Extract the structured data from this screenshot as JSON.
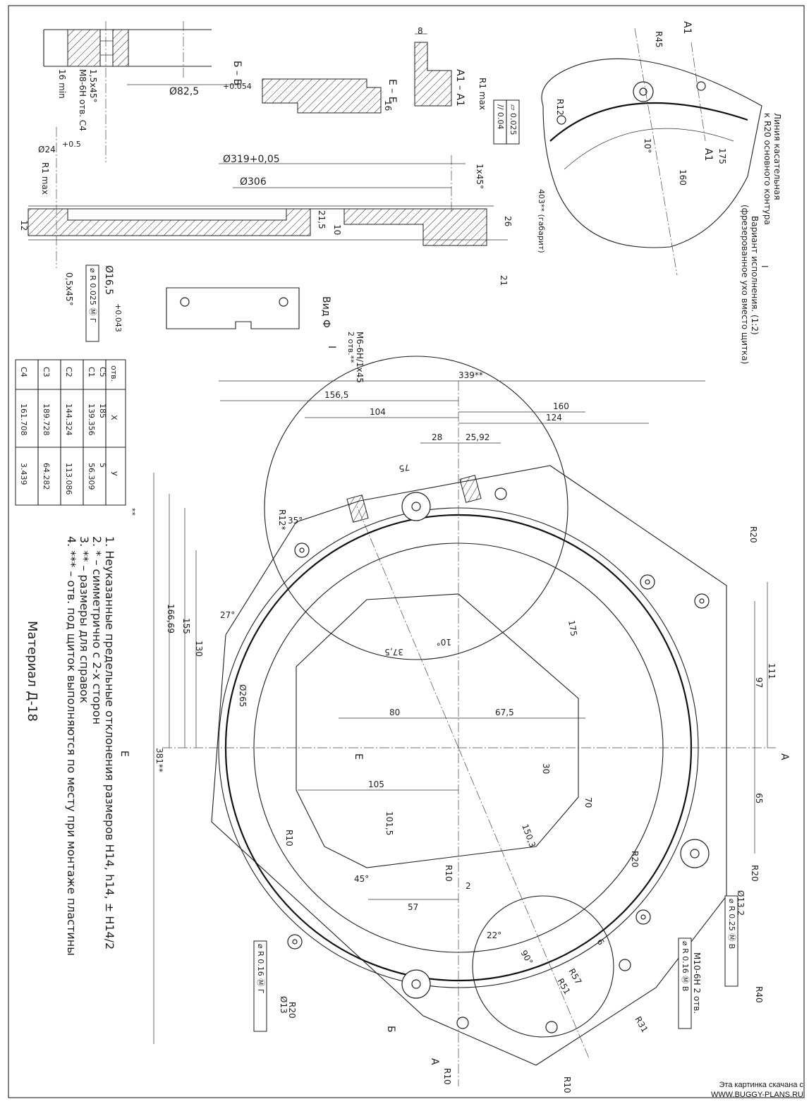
{
  "notes": [
    "1. Неуказанные предельные отклонения размеров Н14, h14, ± Н14/2",
    "2. * – симметрично с 2-х сторон",
    "3. ** – размеры для справок",
    "4. *** – отв. под щиток выполняются по месту при монтаже пластины"
  ],
  "material": "Материал Д-18",
  "table": {
    "headers": [
      "отв.",
      "X",
      "У"
    ],
    "rows": [
      [
        "С1",
        "139.356",
        "56.309"
      ],
      [
        "С2",
        "144.324",
        "113.086"
      ],
      [
        "С3",
        "189.728",
        "64.282"
      ],
      [
        "С4",
        "161.708",
        "3.439"
      ],
      [
        "С5",
        "185",
        "5"
      ]
    ],
    "footnote": "**"
  },
  "detail": {
    "title": "I",
    "variant": "Вариант исполнения. (1:2)",
    "variant_sub": "(фрезерованное ухо вместо щитка)",
    "tangent": "Линия касательная",
    "tangent_sub": "к R20 основного контура",
    "width_ref": "403** (габарит)"
  },
  "views": {
    "bb": "Б – Б",
    "ee": "Е – Е",
    "a1": "А1 – А1",
    "vid": "Вид Ф",
    "sec_a": "А",
    "sec_b": "Б",
    "sec_e": "Е",
    "callout": "I",
    "a1_mark": "А1"
  },
  "dims": {
    "d319": "Ø319+0,05",
    "d306": "Ø306",
    "d82": "Ø82,5",
    "d82_tol": "+0.054",
    "d24": "Ø24",
    "d24_tol": "+0.5",
    "d16_5": "Ø16,5",
    "d16_tol": "+0.043",
    "d265": "Ø265",
    "d13": "Ø13",
    "d13_2": "Ø13,2",
    "r1max": "R1 max",
    "r1max2": "R1 max",
    "min16": "16 min",
    "m8": "М8-6Н отв. С4",
    "ch1": "1,5х45°",
    "ch2": "1х45°",
    "ch3": "0,5х45°",
    "d21_5": "21,5",
    "d10": "10",
    "d26": "26",
    "d21": "21",
    "d12": "12",
    "d16": "16",
    "d8": "8",
    "d339": "339**",
    "d381": "381**",
    "d156_5": "156,5",
    "d104": "104",
    "d160": "160",
    "d124": "124",
    "d28": "28",
    "d25_92": "25,92",
    "d75": "75",
    "d166_69": "166,69",
    "d155": "155",
    "d130": "130",
    "d80": "80",
    "d67_5": "67,5",
    "d105": "105",
    "d101_5": "101,5",
    "d57": "57",
    "d30": "30",
    "d70": "70",
    "d150_3": "150,3",
    "d175": "175",
    "d37_5": "37,5",
    "d111": "111",
    "d97": "97",
    "d65": "65",
    "d2": "2",
    "d6": "6",
    "a35": "35°",
    "a27": "27°",
    "a45": "45°",
    "a10": "10°",
    "a22": "22°",
    "a90": "90°",
    "r12": "R12*",
    "r20a": "R20",
    "r20b": "R20",
    "r20c": "R20",
    "r20d": "R20",
    "r10a": "R10",
    "r10b": "R10",
    "r10c": "R10",
    "r10d": "R10",
    "r57": "R57",
    "r51": "R51",
    "r31": "R31",
    "r40": "R40",
    "m6": "М6-6Н/1х45",
    "m6_note": "2 отв.**",
    "m10": "М10-6Н 2 отв.",
    "tol1": "⌀ R 0.025 Ⓜ Г",
    "tol2": "⌀ R 0.25 Ⓜ В",
    "tol3": "⌀ R 0.16 Ⓜ В",
    "tol4": "⌀ R 0.16 Ⓜ Г",
    "flat": "▱ 0.025",
    "para": "// 0.04",
    "r45": "R45",
    "r12d": "R12",
    "d175d": "175",
    "d160d": "160",
    "a10d": "10°"
  },
  "watermark": [
    "Эта картинка скачана с",
    "WWW.BUGGY-PLANS.RU"
  ]
}
